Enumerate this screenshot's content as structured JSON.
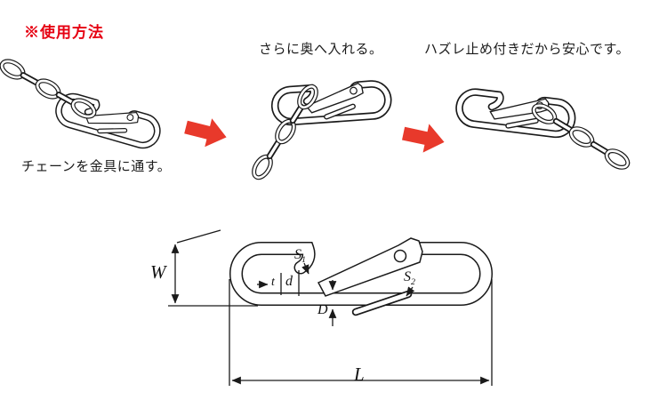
{
  "header": {
    "usage_label": "※使用方法",
    "usage_color": "#e60012"
  },
  "steps": [
    {
      "caption": "チェーンを金具に通す。"
    },
    {
      "caption": "さらに奥へ入れる。"
    },
    {
      "caption": "ハズレ止め付きだから安心です。"
    }
  ],
  "arrows": {
    "icon": "right-block-arrow",
    "color": "#e8392b"
  },
  "drawing": {
    "line_color": "#1a1a1a",
    "labels": {
      "W": "W",
      "L": "L",
      "S1_base": "S",
      "S1_sub": "1",
      "S2_base": "S",
      "S2_sub": "2",
      "t": "t",
      "d": "d",
      "D": "D"
    }
  }
}
